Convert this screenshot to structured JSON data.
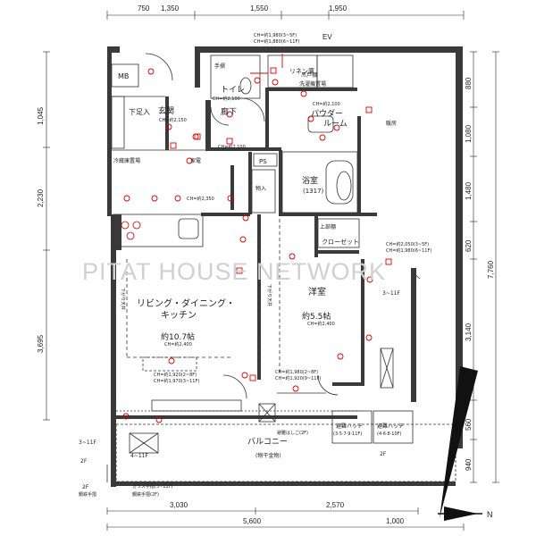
{
  "dims_top": [
    "750",
    "1,350",
    "1,550",
    "1,950"
  ],
  "dims_bottom": [
    "3,030",
    "2,570",
    "5,600",
    "1,000"
  ],
  "dims_left": [
    "1,045",
    "2,230",
    "3,695"
  ],
  "dims_right": [
    "880",
    "1,080",
    "1,480",
    "620",
    "3,140",
    "560",
    "940",
    "7,760"
  ],
  "rooms": {
    "ev": "EV",
    "mb": "MB",
    "tesuri": "手摺",
    "toilet": "トイレ",
    "toilet_ch": "CH=約2,100",
    "rinen": "リネン庫",
    "tsuridana": "吊戸棚",
    "sentakuki": "洗濯機置場",
    "genkan": "玄関",
    "genkan_ch": "CH=約2,150",
    "shitaashi": "下足入",
    "rouka": "廊下",
    "rouka_ch": "CH=約2,100",
    "powder": "パウダー",
    "powder2": "ルーム",
    "powder_ch": "CH=約2,100",
    "kaden": "家電",
    "danbou": "暖房",
    "ps": "PS",
    "yokushitsu": "浴室",
    "yokushitsu_size": "(1317)",
    "reizouko": "冷蔵庫置場",
    "monoire": "物入",
    "kamidana": "上部棚",
    "closet": "クローゼット",
    "ldk": "リビング・ダイニング・",
    "ldk2": "キッチン",
    "ldk_size": "約10.7帖",
    "ldk_ch": "CH=約2,400",
    "youshitsu": "洋室",
    "youshitsu_size": "約5.5帖",
    "youshitsu_ch": "CH=約2,400",
    "balcony": "バルコニー",
    "balcony_note": "(物干金物)",
    "hinan1": "避難ハッチ",
    "hinan1_floor": "(3·5·7·9·11F)",
    "hinan2": "避難ハッチ",
    "hinan2_floor": "(4·6·8·10F)",
    "hinan_hashigo": "避難はしご(2F)"
  },
  "notes": {
    "ch_top1": "CH=約1,980(3~5F)",
    "ch_top2": "CH=約1,880(6~11F)",
    "ch_hall": "CH=約2,350",
    "ch_ldk1": "CH=約1,920(2~8F)",
    "ch_ldk2": "CH=約1,970(3~11F)",
    "ch_you1": "CH=約1,980(2~8F)",
    "ch_you2": "CH=約1,920(9~11F)",
    "ch_right1": "CH=約2,050(3~5F)",
    "ch_right2": "CH=約1,980(6~11F)",
    "sashi": "3~11F",
    "note_3_11f": "3~11F",
    "note_4_11f": "4~11F",
    "note_2f": "2F",
    "rail": "鋼鉄手摺",
    "glass": "ガラス手摺(3~11F)",
    "iron": "鋼鉄手摺(2F)",
    "yasehari": "下がり天井",
    "yasehari2": "下がり天井"
  },
  "watermark": "PITAT HOUSE NETWORK",
  "compass": "N"
}
